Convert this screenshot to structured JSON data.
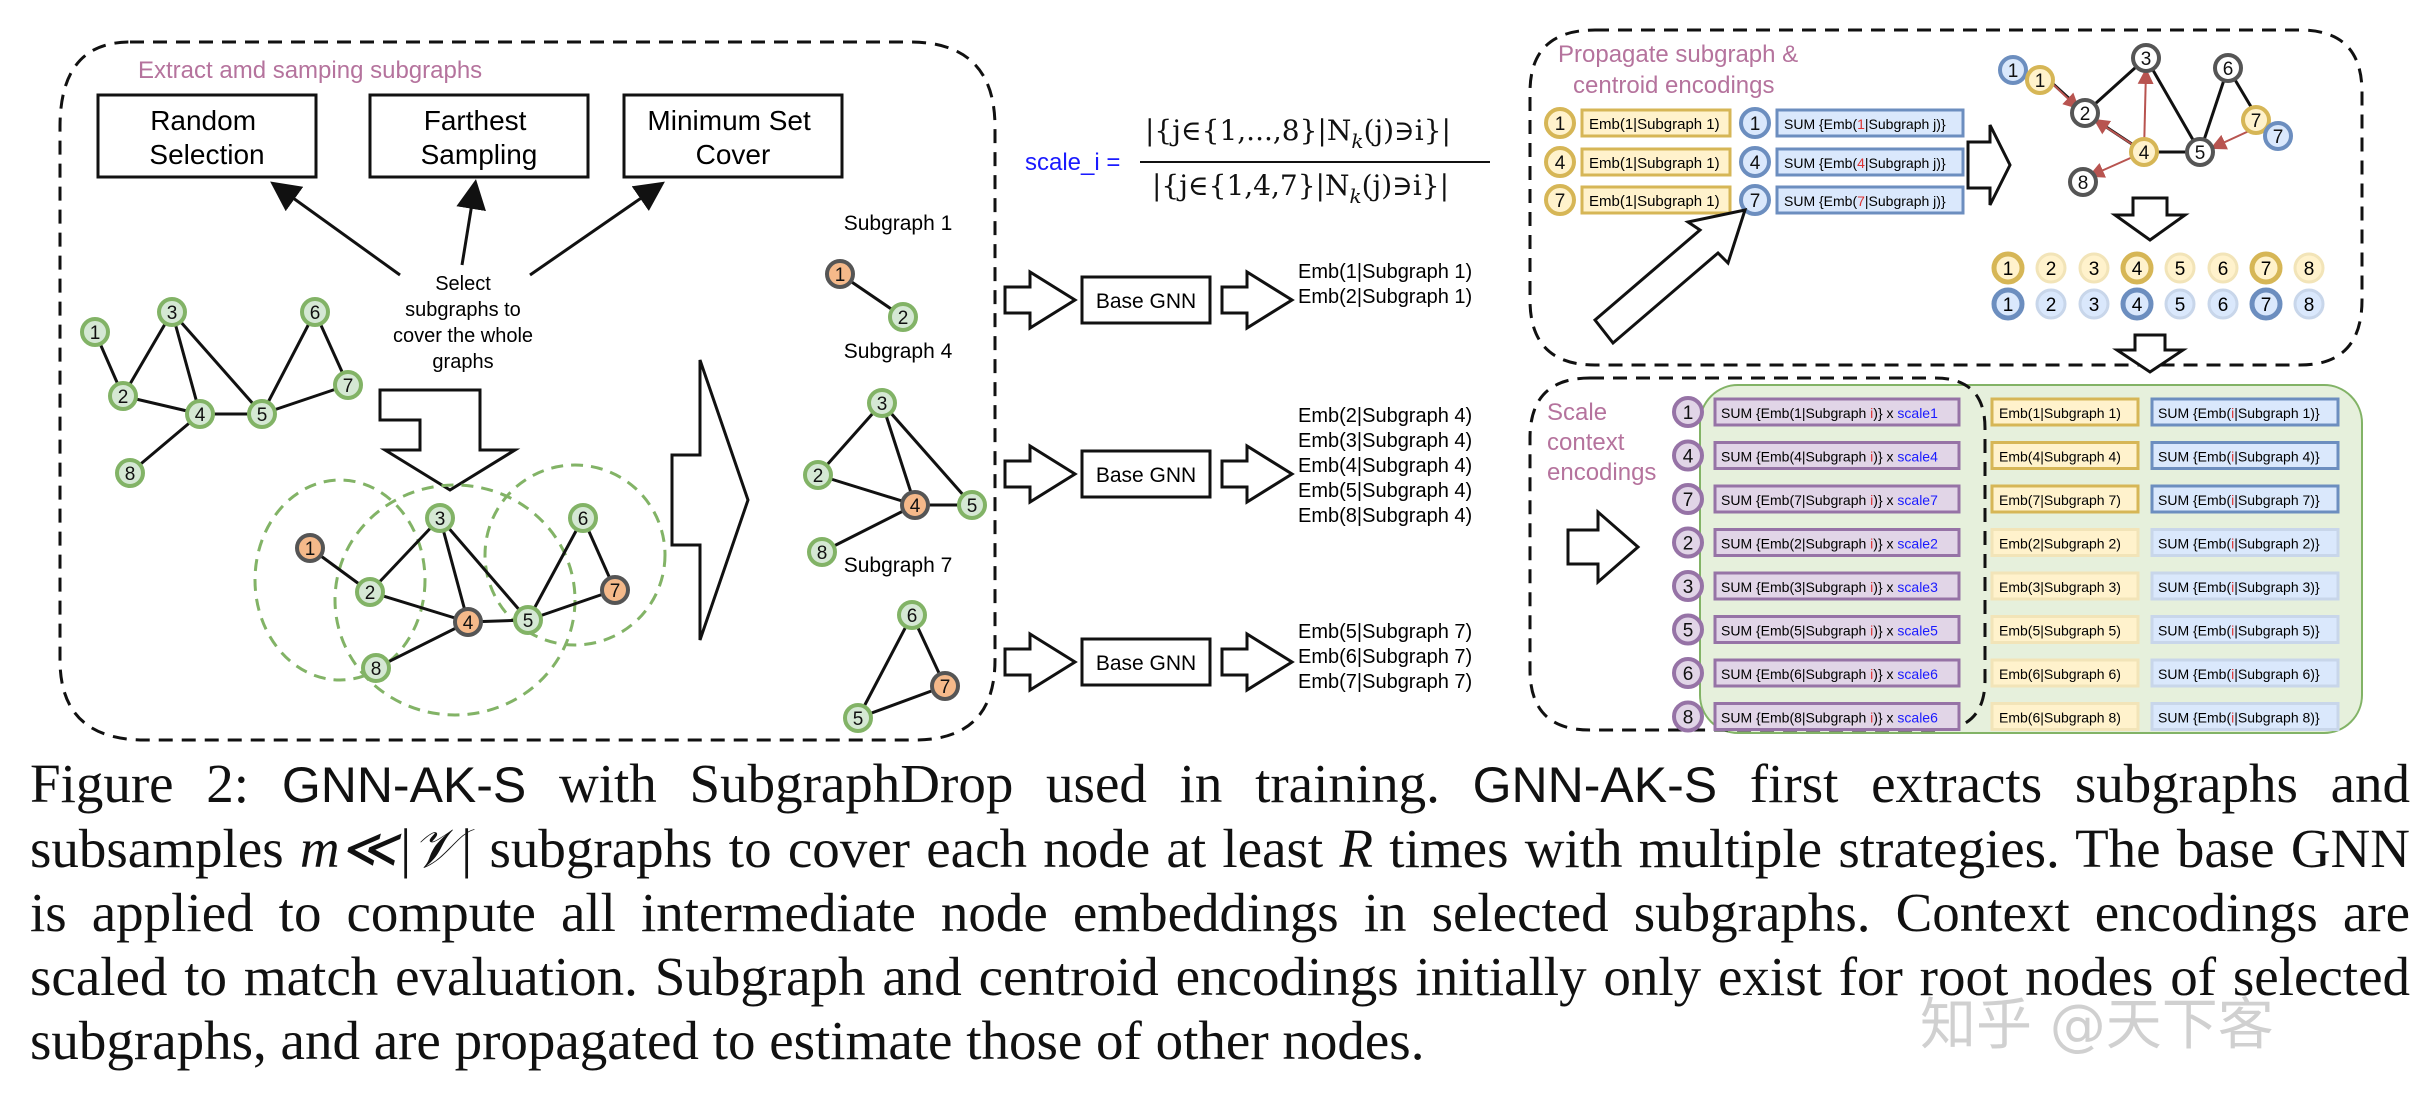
{
  "panel_extract": {
    "title": "Extract amd samping subgraphs",
    "strategies": [
      "Random\nSelection",
      "Farthest\nSampling",
      "Minimum Set\nCover"
    ],
    "select_note": [
      "Select",
      "subgraphs to",
      "cover the whole",
      "graphs"
    ]
  },
  "subgraphs": [
    {
      "title": "Subgraph 1",
      "gnn": "Base GNN",
      "embs": [
        "Emb(1|Subgraph 1)",
        "Emb(2|Subgraph 1)"
      ]
    },
    {
      "title": "Subgraph 4",
      "gnn": "Base GNN",
      "embs": [
        "Emb(2|Subgraph 4)",
        "Emb(3|Subgraph 4)",
        "Emb(4|Subgraph 4)",
        "Emb(5|Subgraph 4)",
        "Emb(8|Subgraph 4)"
      ]
    },
    {
      "title": "Subgraph 7",
      "gnn": "Base GNN",
      "embs": [
        "Emb(5|Subgraph 7)",
        "Emb(6|Subgraph 7)",
        "Emb(7|Subgraph 7)"
      ]
    }
  ],
  "formula": {
    "label": "scale_i =",
    "numerator": "|{j∈{1,...,8}|N",
    "denominator": "|{j∈{1,4,7}|N",
    "sub": "k",
    "tail": "(j)∋i}|"
  },
  "panel_propagate": {
    "title_lines": [
      "Propagate subgraph &",
      "centroid encodings"
    ],
    "roots": [
      "1",
      "4",
      "7"
    ],
    "emb_labels": [
      "Emb(1|Subgraph 1)",
      "Emb(1|Subgraph 1)",
      "Emb(1|Subgraph 1)"
    ],
    "sum_labels": [
      "SUM {Emb(1|Subgraph j)}",
      "SUM {Emb(4|Subgraph j)}",
      "SUM {Emb(7|Subgraph j)}"
    ],
    "row_numbers": [
      "1",
      "2",
      "3",
      "4",
      "5",
      "6",
      "7",
      "8"
    ]
  },
  "panel_scale": {
    "title_lines": [
      "Scale",
      "context",
      "encodings"
    ],
    "rows": [
      {
        "node": "1",
        "scaled": "SUM {Emb(1|Subgraph i)} x scale1",
        "emb": "Emb(1|Subgraph 1)",
        "sum": "SUM {Emb(i|Subgraph 1)}"
      },
      {
        "node": "4",
        "scaled": "SUM {Emb(4|Subgraph i)} x scale4",
        "emb": "Emb(4|Subgraph 4)",
        "sum": "SUM {Emb(i|Subgraph 4)}"
      },
      {
        "node": "7",
        "scaled": "SUM {Emb(7|Subgraph i)} x scale7",
        "emb": "Emb(7|Subgraph 7)",
        "sum": "SUM {Emb(i|Subgraph 7)}"
      },
      {
        "node": "2",
        "scaled": "SUM {Emb(2|Subgraph i)} x scale2",
        "emb": "Emb(2|Subgraph 2)",
        "sum": "SUM {Emb(i|Subgraph 2)}"
      },
      {
        "node": "3",
        "scaled": "SUM {Emb(3|Subgraph i)} x scale3",
        "emb": "Emb(3|Subgraph 3)",
        "sum": "SUM {Emb(i|Subgraph 3)}"
      },
      {
        "node": "5",
        "scaled": "SUM {Emb(5|Subgraph i)} x scale5",
        "emb": "Emb(5|Subgraph 5)",
        "sum": "SUM {Emb(i|Subgraph 5)}"
      },
      {
        "node": "6",
        "scaled": "SUM {Emb(6|Subgraph i)} x scale6",
        "emb": "Emb(6|Subgraph 6)",
        "sum": "SUM {Emb(i|Subgraph 6)}"
      },
      {
        "node": "8",
        "scaled": "SUM {Emb(8|Subgraph i)} x scale6",
        "emb": "Emb(6|Subgraph 8)",
        "sum": "SUM {Emb(i|Subgraph 8)}"
      }
    ]
  },
  "caption": {
    "p1": "Figure 2: ",
    "p2": "GNN-AK-S",
    "p3": " with SubgraphDrop used in training. ",
    "p4": "GNN-AK-S",
    "p5": " first extracts subgraphs and subsamples ",
    "p6": "m≪|𝒱|",
    "p7": " subgraphs to cover each node at least ",
    "p8": "R",
    "p9": " times with multiple strategies. The base GNN is applied to compute all intermediate node embeddings in selected subgraphs. Context encodings are scaled to match evaluation. Subgraph and centroid encodings initially only exist for root nodes of selected subgraphs, and are propagated to estimate those of other nodes."
  },
  "watermark": "知乎 @天下客",
  "colors": {
    "green_fill": "#d5e8d4",
    "green_stroke": "#82b366",
    "orange_fill": "#f5b98a",
    "yellow_fill": "#fff2cc",
    "yellow_stroke": "#d6b656",
    "blue_fill": "#dae8fc",
    "blue_stroke": "#6c8ebf",
    "purple_fill": "#e1d5e7",
    "purple_stroke": "#9673a6",
    "scale_bg": "#e6f0dc",
    "title_pink": "#b5739d"
  }
}
